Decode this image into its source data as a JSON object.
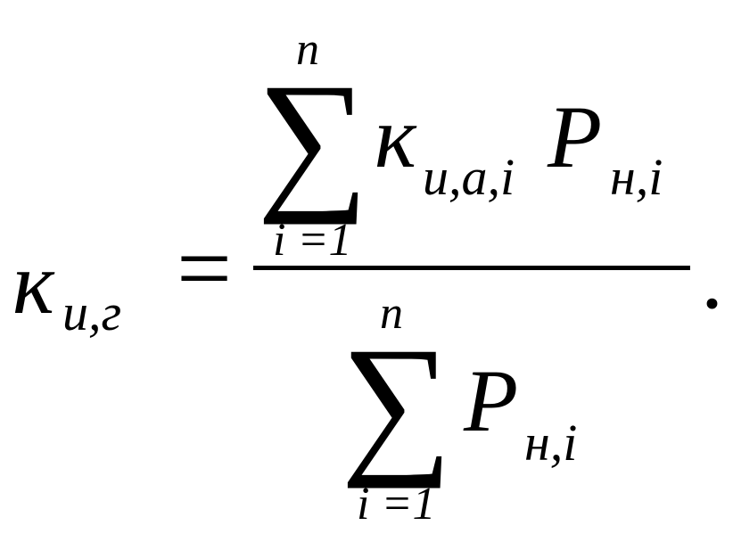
{
  "formula": {
    "lhs": {
      "symbol": "к",
      "subscript": "и,г"
    },
    "equals": "=",
    "numerator": {
      "operator": "∑",
      "upper_limit": "n",
      "lower_limit": "i =1",
      "factor1": {
        "symbol": "к",
        "subscript": "и,а,i"
      },
      "factor2": {
        "symbol": "P",
        "subscript": "н,i"
      }
    },
    "denominator": {
      "operator": "∑",
      "upper_limit": "n",
      "lower_limit": "i =1",
      "term": {
        "symbol": "P",
        "subscript": "н,i"
      }
    },
    "terminator": "."
  }
}
